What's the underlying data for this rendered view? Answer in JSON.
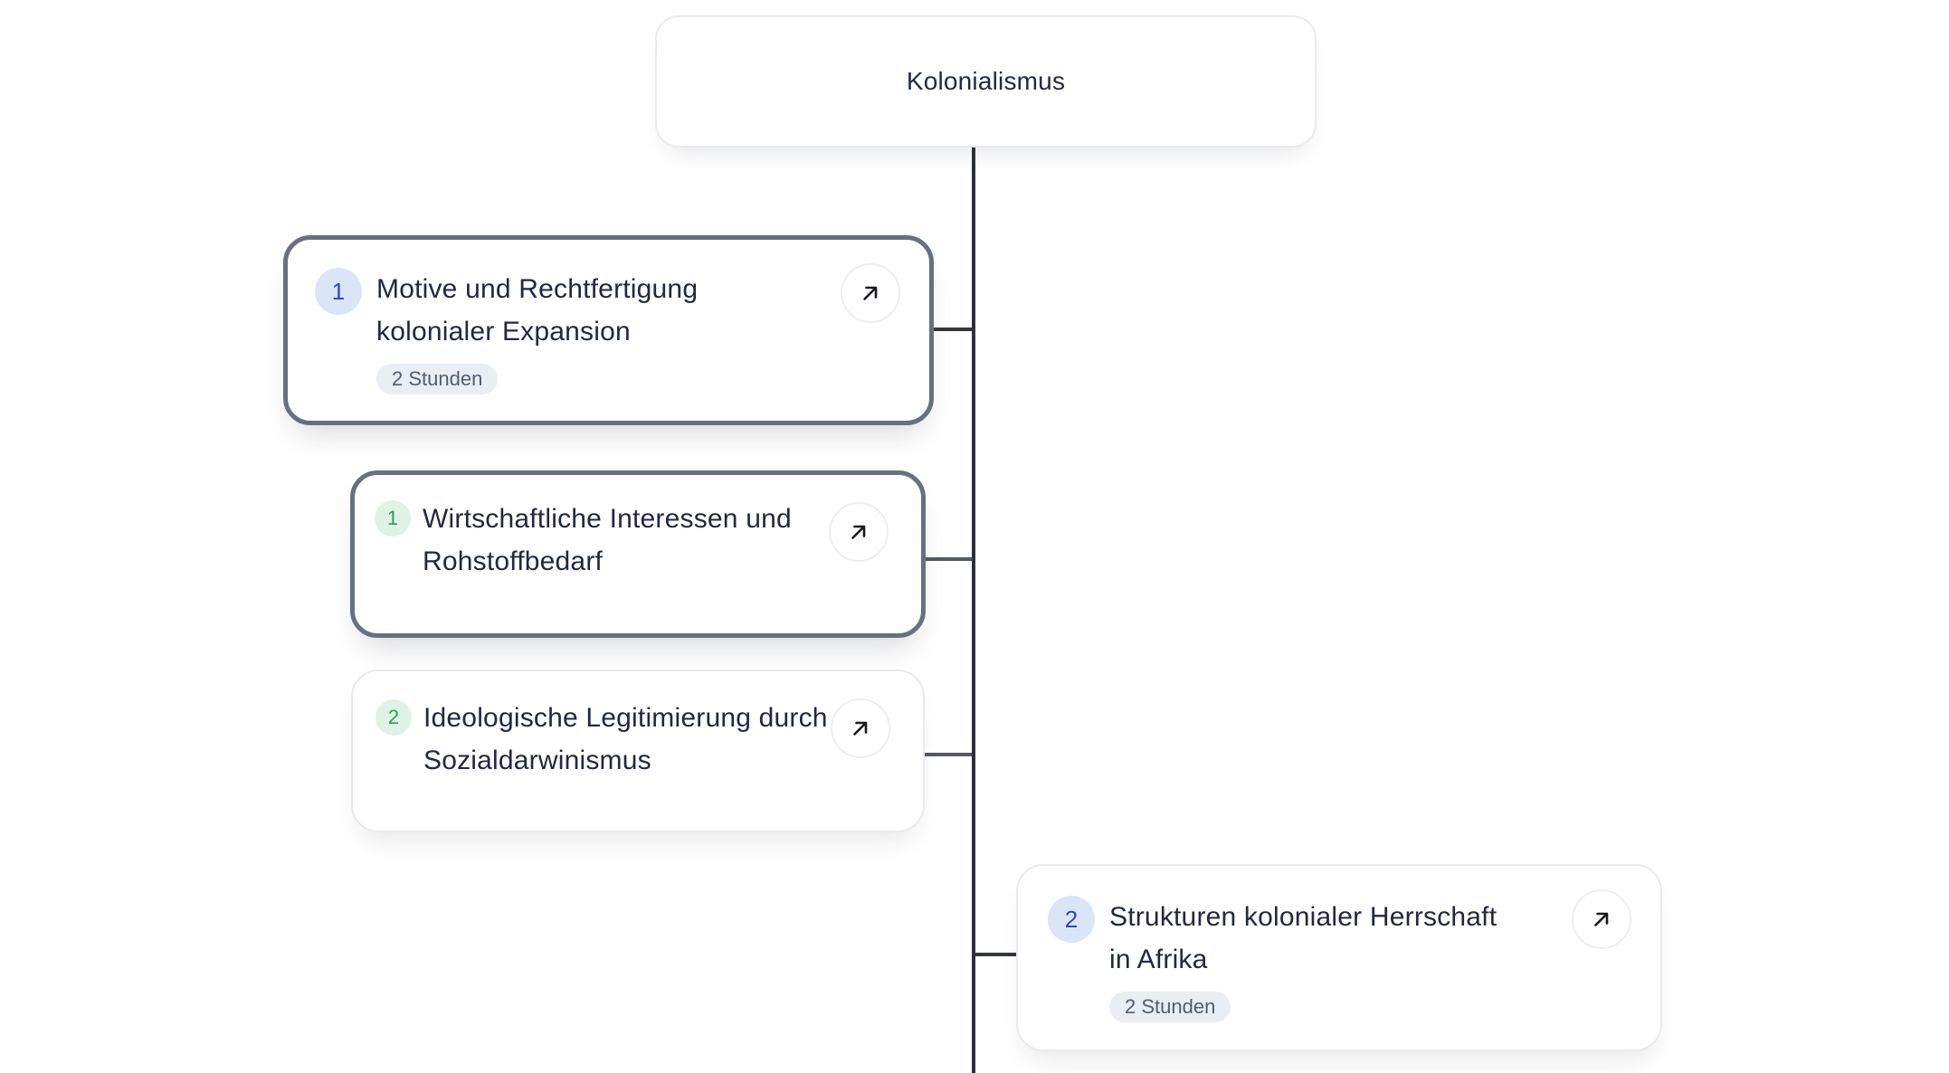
{
  "tree": {
    "root": {
      "label": "Kolonialismus"
    },
    "topics": [
      {
        "number": "1",
        "number_style": "blue",
        "title_line1": "Motive und Rechtfertigung",
        "title_line2": "kolonialer Expansion",
        "duration": "2 Stunden"
      },
      {
        "number": "1",
        "number_style": "green",
        "title_line1": "Wirtschaftliche Interessen und",
        "title_line2": "Rohstoffbedarf"
      },
      {
        "number": "2",
        "number_style": "green",
        "title_line1": "Ideologische Legitimierung durch",
        "title_line2": "Sozialdarwinismus"
      },
      {
        "number": "2",
        "number_style": "blue",
        "title_line1": "Strukturen kolonialer Herrschaft",
        "title_line2": "in Afrika",
        "duration": "2 Stunden"
      }
    ]
  },
  "icons": {
    "open_topic": "arrow-up-right"
  },
  "colors": {
    "background": "#ffffff",
    "line": "#2e3237",
    "number_blue_bg": "#dbe5f8",
    "number_blue_text": "#2b49c8",
    "number_green_bg": "#def2e5",
    "number_green_text": "#2f9e57",
    "badge_bg": "#e9edf4",
    "badge_text": "#525d6e",
    "selected_border": "#687080",
    "card_border": "#e9eaef",
    "title_text": "#222840"
  }
}
